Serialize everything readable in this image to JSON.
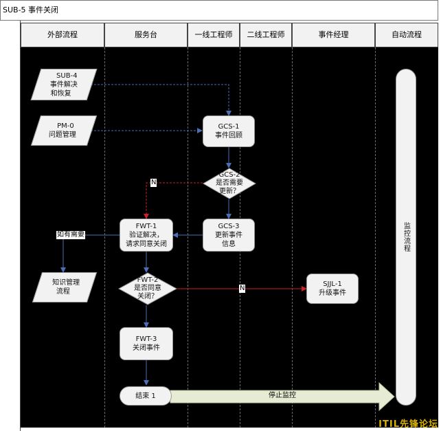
{
  "title": "SUB-5 事件关闭",
  "lanes": [
    {
      "label": "外部流程"
    },
    {
      "label": "服务台"
    },
    {
      "label": "一线工程师"
    },
    {
      "label": "二线工程师"
    },
    {
      "label": "事件经理"
    },
    {
      "label": "自动流程"
    }
  ],
  "nodes": {
    "sub4": {
      "line1": "SUB-4",
      "line2": "事件解决",
      "line3": "和恢复"
    },
    "pm0": {
      "line1": "PM-0",
      "line2": "问题管理"
    },
    "gcs1": {
      "line1": "GCS-1",
      "line2": "事件回顾"
    },
    "gcs2": {
      "line1": "GCS-2",
      "line2": "是否需要",
      "line3": "更新？"
    },
    "gcs3": {
      "line1": "GCS-3",
      "line2": "更新事件",
      "line3": "信息"
    },
    "fwt1": {
      "line1": "FWT-1",
      "line2": "验证解决，",
      "line3": "请求同意关闭"
    },
    "knowledge": {
      "line1": "知识管理",
      "line2": "流程"
    },
    "fwt2": {
      "line1": "FWT-2",
      "line2": "是否同意",
      "line3": "关闭？"
    },
    "sjjl1": {
      "line1": "SJJL-1",
      "line2": "升级事件"
    },
    "fwt3": {
      "line1": "FWT-3",
      "line2": "关闭事件"
    },
    "end1": {
      "label": "结束 1"
    },
    "monitor": {
      "label": "监控流程"
    },
    "stop_monitor": {
      "label": "停止监控"
    }
  },
  "edge_labels": {
    "gcs2_no": "N",
    "fwt2_no": "N",
    "if_needed": "如有需要"
  },
  "watermark": "ITIL先锋论坛",
  "colors": {
    "lane_bg": "#000000",
    "node_fill": "#f2f2f2",
    "flow_blue": "#4a6fb5",
    "flow_red": "#cc2222",
    "arrow_fill": "#e6ecd4",
    "watermark": "#d8b200"
  }
}
